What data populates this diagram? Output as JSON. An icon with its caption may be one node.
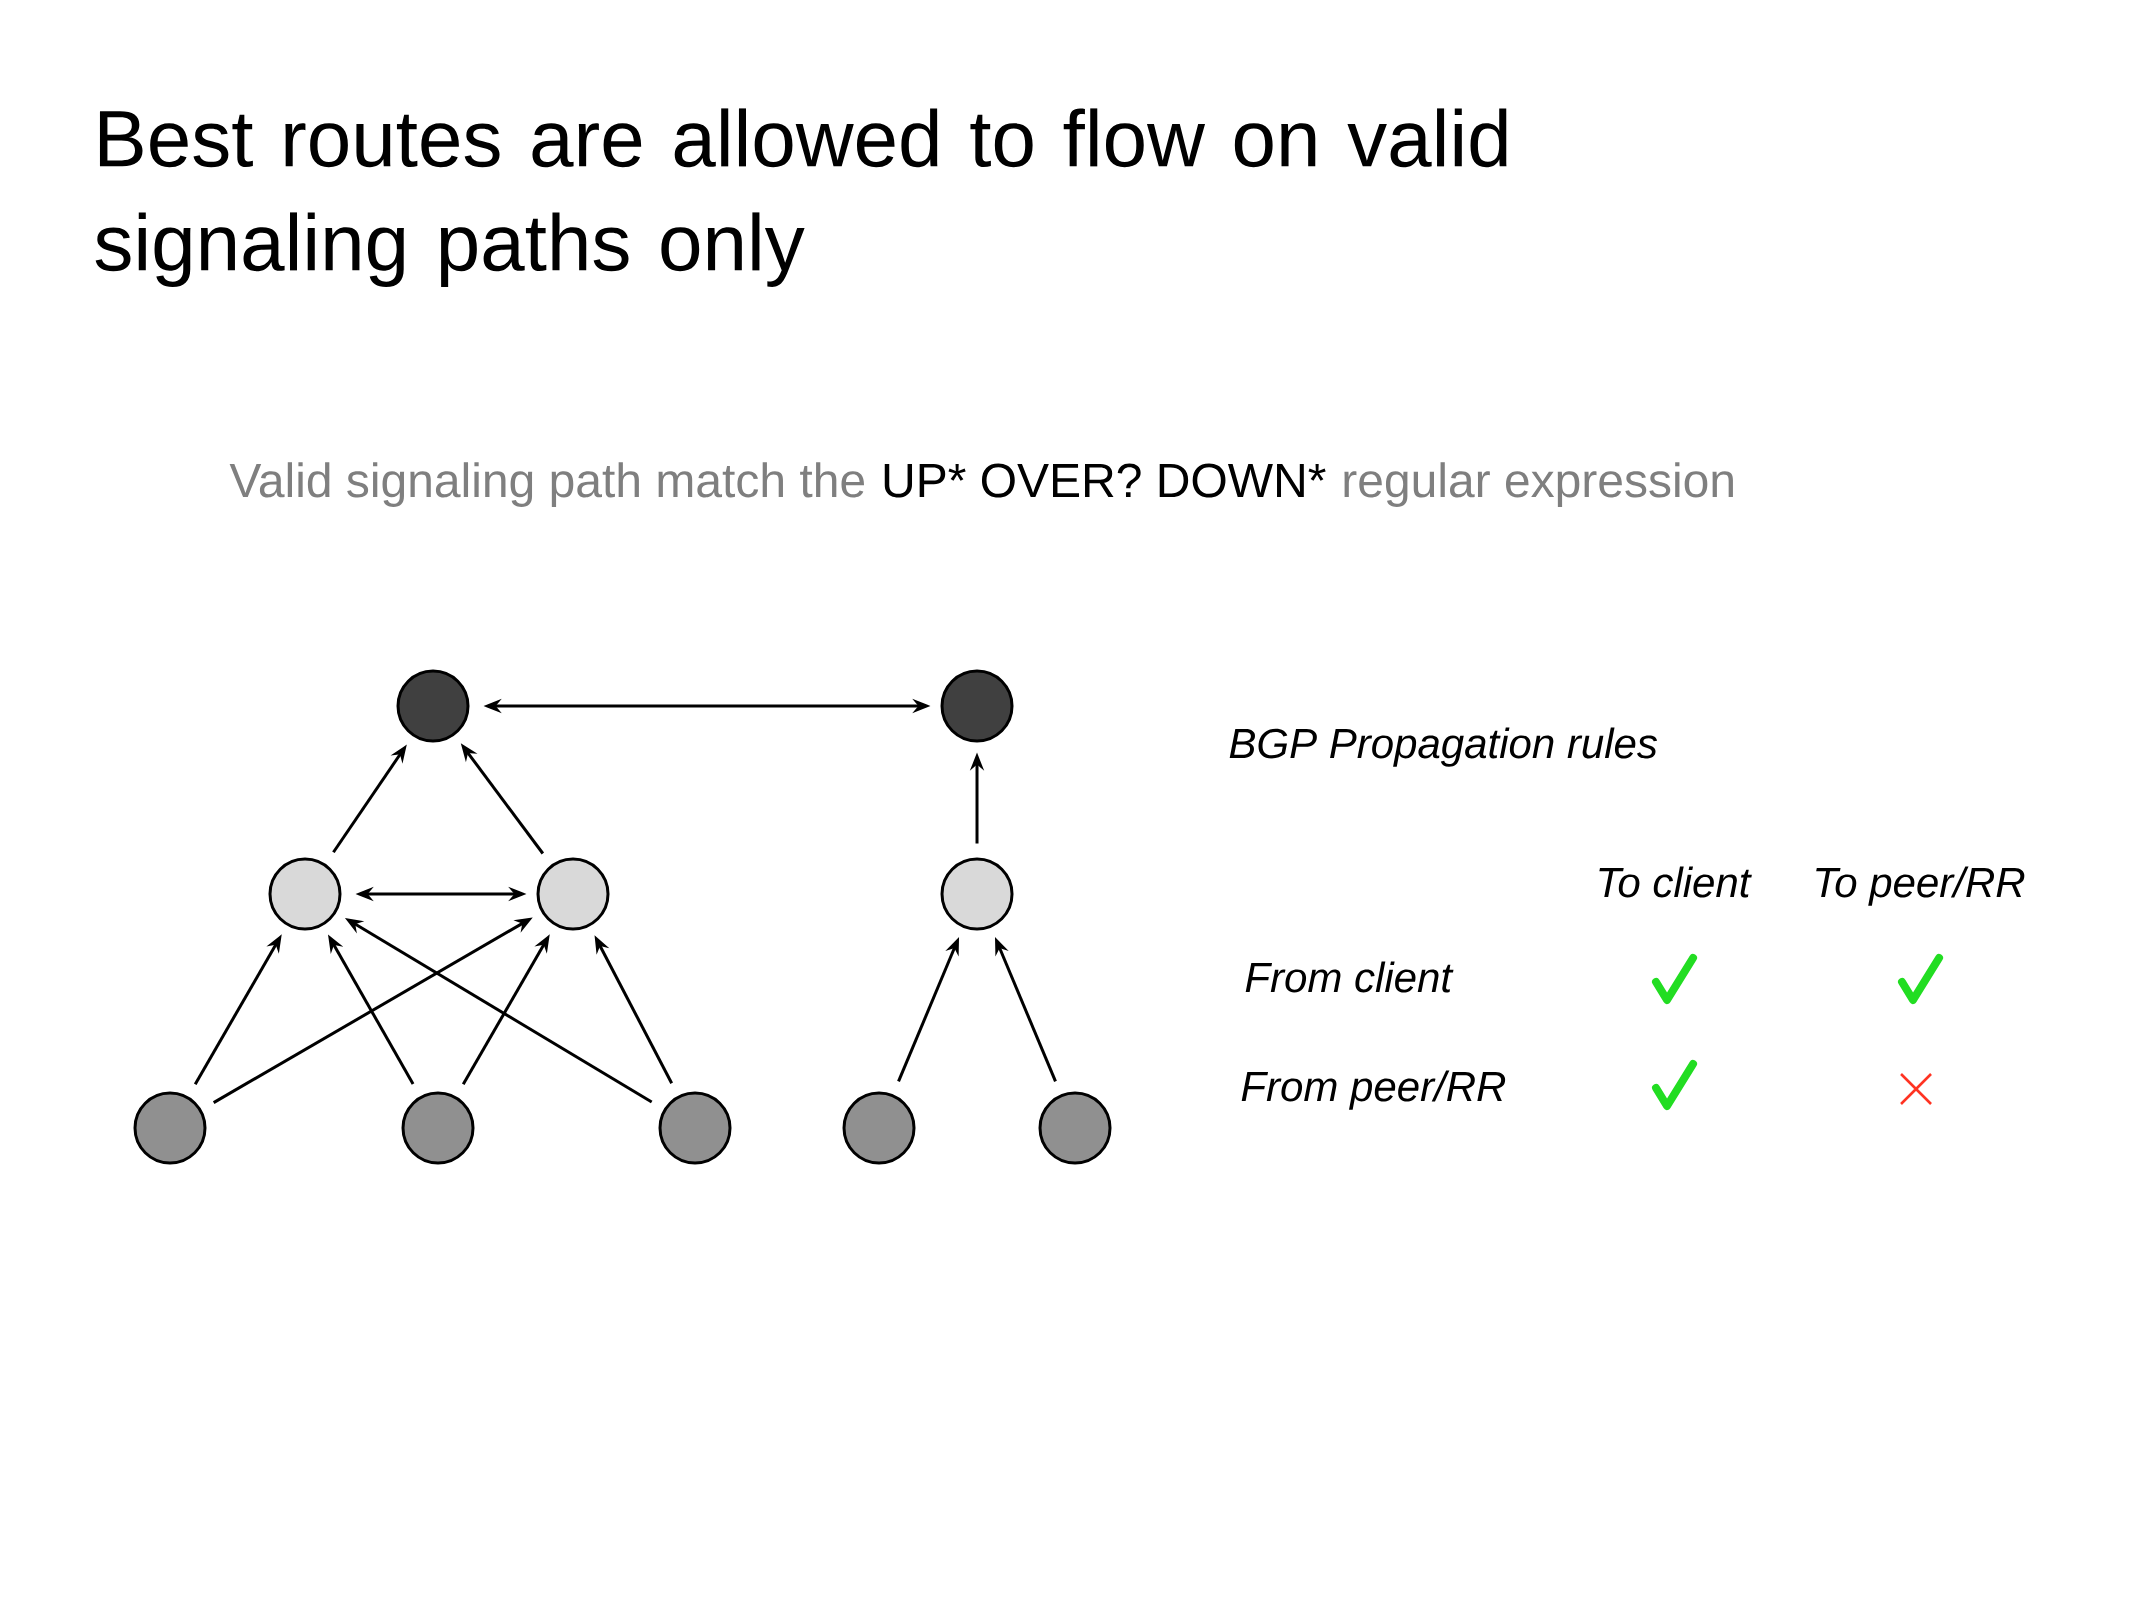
{
  "diagram": {
    "title": "Best routes are allowed to flow on valid signaling paths only",
    "nodes": [
      {
        "text": [],
        "shape": "circle"
      },
      {
        "text": [],
        "shape": "circle"
      },
      {
        "text": [],
        "shape": "circle"
      },
      {
        "text": [],
        "shape": "circle"
      },
      {
        "text": [],
        "shape": "circle"
      },
      {
        "text": [],
        "shape": "circle"
      },
      {
        "text": [],
        "shape": "circle"
      },
      {
        "text": [],
        "shape": "circle"
      },
      {
        "text": [],
        "shape": "circle"
      },
      {
        "text": [],
        "shape": "circle"
      }
    ],
    "edges": [
      {
        "from": 0,
        "to": 1,
        "arrow": "both"
      },
      {
        "from": 2,
        "to": 0,
        "arrow": "to"
      },
      {
        "from": 3,
        "to": 0,
        "arrow": "to"
      },
      {
        "from": 2,
        "to": 3,
        "arrow": "both"
      },
      {
        "from": 4,
        "to": 1,
        "arrow": "to"
      },
      {
        "from": 5,
        "to": 2,
        "arrow": "to"
      },
      {
        "from": 5,
        "to": 3,
        "arrow": "to"
      },
      {
        "from": 6,
        "to": 2,
        "arrow": "to"
      },
      {
        "from": 6,
        "to": 3,
        "arrow": "to"
      },
      {
        "from": 7,
        "to": 2,
        "arrow": "to"
      },
      {
        "from": 7,
        "to": 3,
        "arrow": "to"
      },
      {
        "from": 8,
        "to": 4,
        "arrow": "to"
      },
      {
        "from": 9,
        "to": 4,
        "arrow": "to"
      }
    ],
    "labels": [
      "Valid signaling path match the",
      "UP* OVER? DOWN*",
      "regular expression",
      "BGP Propagation rules",
      "To client",
      "To peer/RR",
      "From client",
      "From peer/RR"
    ]
  }
}
